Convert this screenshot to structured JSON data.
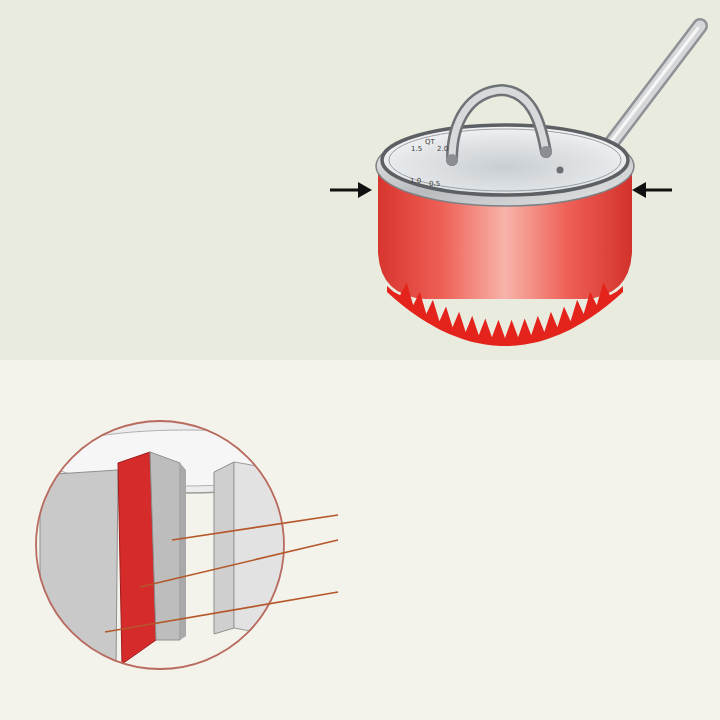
{
  "diagram": {
    "labels": [
      "QT",
      "2.0",
      "1.5",
      "1.0",
      "0.5"
    ]
  }
}
